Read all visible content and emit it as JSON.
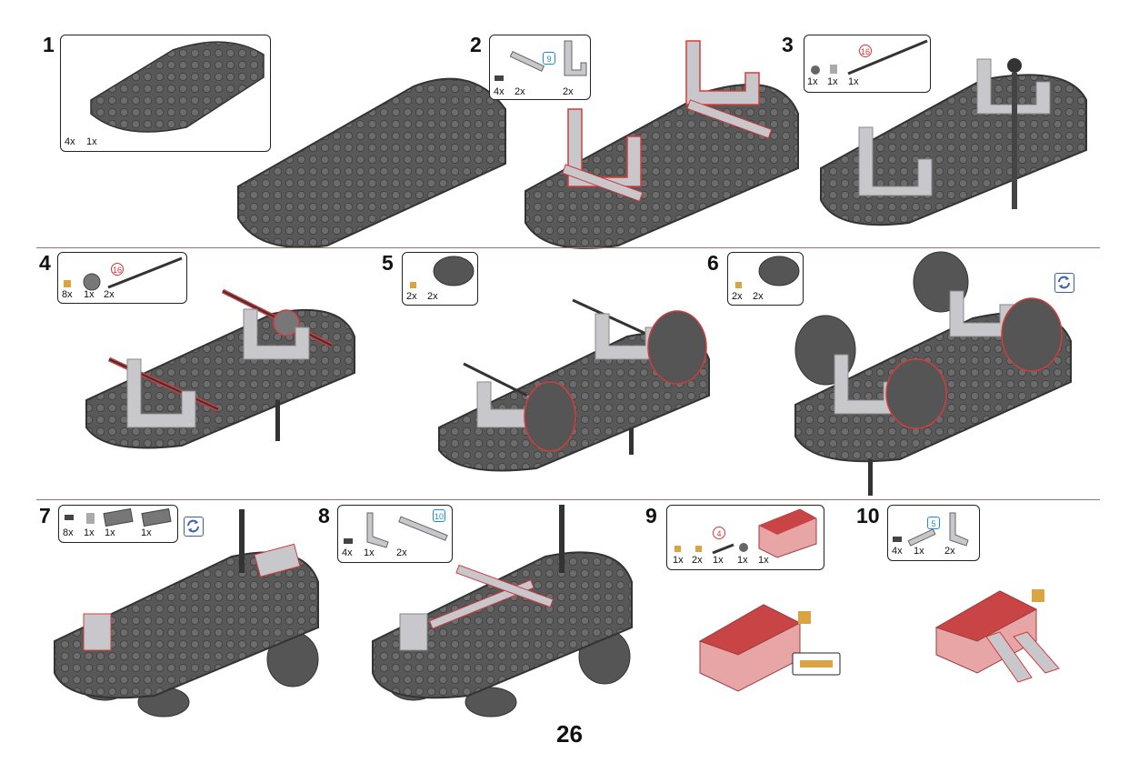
{
  "page": {
    "number": "26"
  },
  "steps": [
    {
      "num": "1",
      "parts": [
        "4x",
        "1x"
      ]
    },
    {
      "num": "2",
      "parts": [
        "4x",
        "2x",
        "2x"
      ],
      "length_tag": "9"
    },
    {
      "num": "3",
      "parts": [
        "1x",
        "1x",
        "1x"
      ],
      "length_tag": "16"
    },
    {
      "num": "4",
      "parts": [
        "8x",
        "1x",
        "2x"
      ],
      "length_tag": "16"
    },
    {
      "num": "5",
      "parts": [
        "2x",
        "2x"
      ]
    },
    {
      "num": "6",
      "parts": [
        "2x",
        "2x"
      ]
    },
    {
      "num": "7",
      "parts": [
        "8x",
        "1x",
        "1x",
        "1x"
      ]
    },
    {
      "num": "8",
      "parts": [
        "4x",
        "1x",
        "2x"
      ],
      "length_tag": "10"
    },
    {
      "num": "9",
      "parts": [
        "1x",
        "2x",
        "1x",
        "1x",
        "1x"
      ],
      "length_tag": "4"
    },
    {
      "num": "10",
      "parts": [
        "4x",
        "1x",
        "2x"
      ],
      "length_tag": "5"
    }
  ],
  "colors": {
    "base": "#5b5b5b",
    "base_edge": "#3d3d3d",
    "beam": "#c8c8cc",
    "highlight": "#d23c3c",
    "motor": "#e8a5a5",
    "axle_tip": "#d9a441",
    "rotate_icon": "#3a5fa8"
  },
  "icons": [
    "rotate-icon"
  ]
}
